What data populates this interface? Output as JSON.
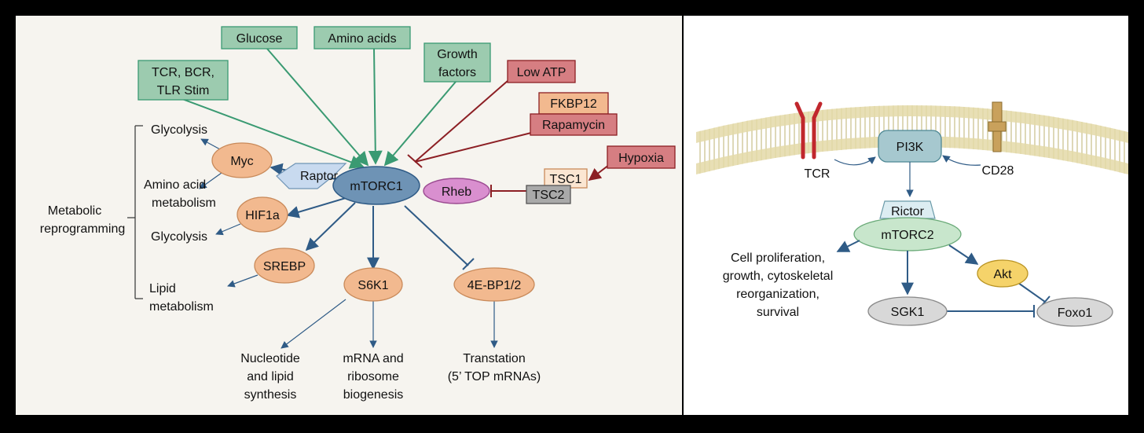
{
  "left_panel": {
    "inputs": {
      "glucose": "Glucose",
      "amino_acids": "Amino acids",
      "growth_factors": [
        "Growth",
        "factors"
      ],
      "receptor_stim": [
        "TCR, BCR,",
        "TLR Stim"
      ]
    },
    "inhibitors": {
      "low_atp": "Low ATP",
      "fkbp12": "FKBP12",
      "rapamycin": "Rapamycin",
      "hypoxia": "Hypoxia"
    },
    "core": {
      "mtorc1": "mTORC1",
      "raptor": "Raptor",
      "rheb": "Rheb",
      "tsc1": "TSC1",
      "tsc2": "TSC2"
    },
    "effectors": {
      "myc": "Myc",
      "hif1a": "HIF1a",
      "srebp": "SREBP",
      "s6k1": "S6K1",
      "eif": "4E-BP1/2"
    },
    "outcomes": {
      "glycolysis_1": "Glycolysis",
      "amino_acid_metabolism": [
        "Amino acid",
        "metabolism"
      ],
      "glycolysis_2": "Glycolysis",
      "lipid_metabolism": [
        "Lipid",
        "metabolism"
      ],
      "metabolic_reprogramming": [
        "Metabolic",
        "reprogramming"
      ],
      "nucleotide_lipid": [
        "Nucleotide",
        "and lipid",
        "synthesis"
      ],
      "mrna_ribosome": [
        "mRNA and",
        "ribosome",
        "biogenesis"
      ],
      "translation": [
        "Transtation",
        "(5’ TOP mRNAs)"
      ]
    }
  },
  "right_panel": {
    "tcr": "TCR",
    "cd28": "CD28",
    "pi3k": "PI3K",
    "rictor": "Rictor",
    "mtorc2": "mTORC2",
    "akt": "Akt",
    "sgk1": "SGK1",
    "foxo1": "Foxo1",
    "cell_outcomes": [
      "Cell proliferation,",
      "growth, cytoskeletal",
      "reorganization,",
      "survival"
    ]
  },
  "colors": {
    "activator_fill": "#9ccbaf",
    "activator_arrow": "#3a9a72",
    "inhibitor_fill": "#d67e82",
    "inhibitor_line": "#8c1f24",
    "effector_fill": "#f2b98f",
    "core_blue": "#6e93b5",
    "rheb_pink": "#d98fcf",
    "pathway_blue": "#2f5b86"
  }
}
